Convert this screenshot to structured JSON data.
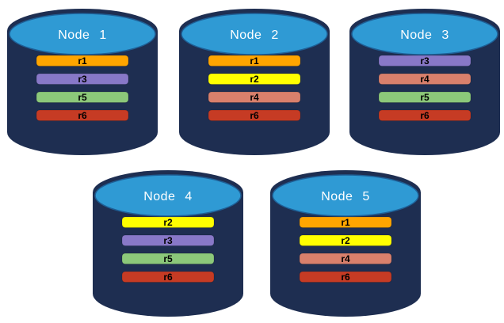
{
  "palette": {
    "background": "#FFFFFF",
    "cylinder_body": "#1E2E51",
    "cylinder_cap": "#2F9AD4",
    "cap_outline": "#1E5F96",
    "title_text": "#FFFFFF",
    "bar_text": "#000000",
    "replica_colors": {
      "r1": "#FFA500",
      "r2": "#FFFF00",
      "r3": "#8878C8",
      "r4": "#D9806C",
      "r5": "#8CC87A",
      "r6": "#C63B24"
    }
  },
  "nodes": [
    {
      "id": "node-1",
      "label": "Node 1",
      "replicas": [
        {
          "label": "r1",
          "color": "#FFA500"
        },
        {
          "label": "r3",
          "color": "#8878C8"
        },
        {
          "label": "r5",
          "color": "#8CC87A"
        },
        {
          "label": "r6",
          "color": "#C63B24"
        }
      ]
    },
    {
      "id": "node-2",
      "label": "Node 2",
      "replicas": [
        {
          "label": "r1",
          "color": "#FFA500"
        },
        {
          "label": "r2",
          "color": "#FFFF00"
        },
        {
          "label": "r4",
          "color": "#D9806C"
        },
        {
          "label": "r6",
          "color": "#C63B24"
        }
      ]
    },
    {
      "id": "node-3",
      "label": "Node 3",
      "replicas": [
        {
          "label": "r3",
          "color": "#8878C8"
        },
        {
          "label": "r4",
          "color": "#D9806C"
        },
        {
          "label": "r5",
          "color": "#8CC87A"
        },
        {
          "label": "r6",
          "color": "#C63B24"
        }
      ]
    },
    {
      "id": "node-4",
      "label": "Node 4",
      "replicas": [
        {
          "label": "r2",
          "color": "#FFFF00"
        },
        {
          "label": "r3",
          "color": "#8878C8"
        },
        {
          "label": "r5",
          "color": "#8CC87A"
        },
        {
          "label": "r6",
          "color": "#C63B24"
        }
      ]
    },
    {
      "id": "node-5",
      "label": "Node 5",
      "replicas": [
        {
          "label": "r1",
          "color": "#FFA500"
        },
        {
          "label": "r2",
          "color": "#FFFF00"
        },
        {
          "label": "r4",
          "color": "#D9806C"
        },
        {
          "label": "r6",
          "color": "#C63B24"
        }
      ]
    }
  ]
}
